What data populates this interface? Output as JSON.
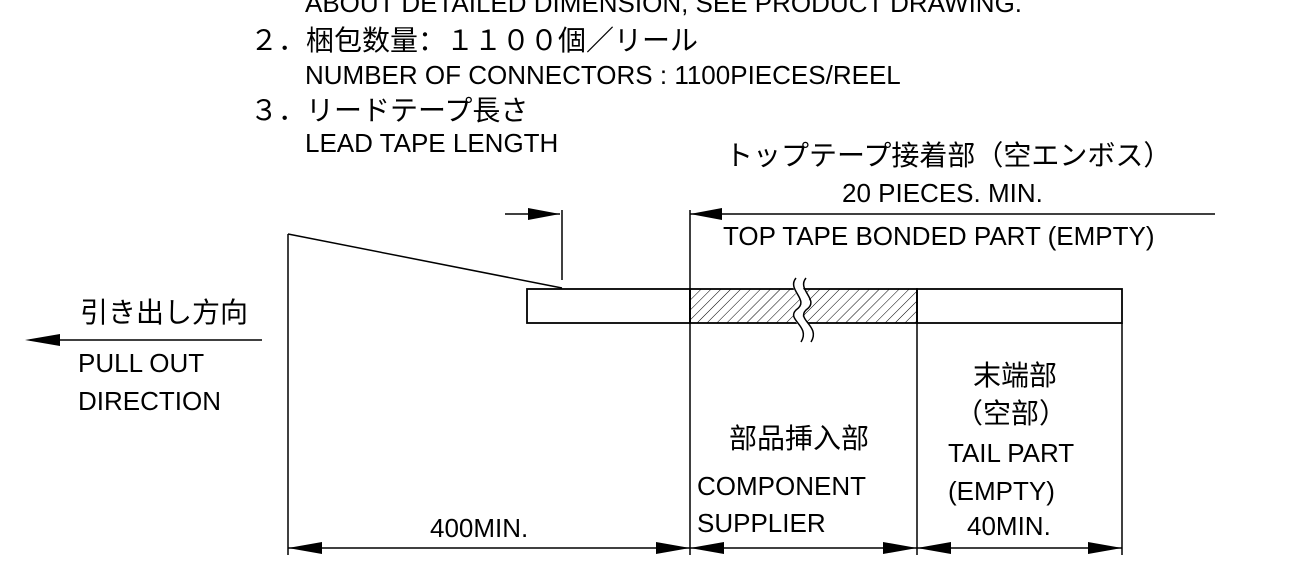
{
  "notes": {
    "note1_cont": "ABOUT DETAILED DIMENSION, SEE PRODUCT DRAWING.",
    "note2_jp": "２．梱包数量：１１００個／リール",
    "note2_en": "NUMBER OF CONNECTORS : 1100PIECES/REEL",
    "note3_jp": "３．リードテープ長さ",
    "note3_en": "LEAD TAPE LENGTH"
  },
  "labels": {
    "top_tape_jp": "トップテープ接着部（空エンボス）",
    "top_tape_min": "20 PIECES. MIN.",
    "top_tape_en": "TOP TAPE BONDED PART (EMPTY)",
    "pull_jp": "引き出し方向",
    "pull_en_1": "PULL OUT",
    "pull_en_2": "DIRECTION",
    "component_jp": "部品挿入部",
    "component_en_1": "COMPONENT",
    "component_en_2": "SUPPLIER",
    "tail_jp_1": "末端部",
    "tail_jp_2": "（空部）",
    "tail_en_1": "TAIL PART",
    "tail_en_2": "(EMPTY)",
    "dim_lead": "400MIN.",
    "dim_tail": "40MIN."
  }
}
